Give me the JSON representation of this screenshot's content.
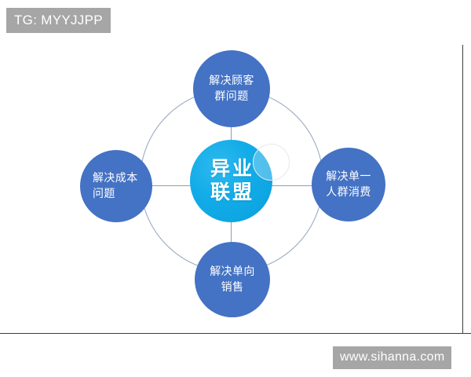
{
  "watermarks": {
    "top_left": "TG: MYYJJPP",
    "bottom_right": "www.sihanna.com"
  },
  "diagram": {
    "type": "radial-hub-and-spoke",
    "center": {
      "id": "center-hub",
      "lines": [
        "异业",
        "联盟"
      ],
      "text": "异业联盟",
      "color": "#12ace8"
    },
    "nodes": [
      {
        "id": "node-top",
        "position": "top",
        "lines": [
          "解决顾客",
          "群问题"
        ],
        "text": "解决顾客群问题",
        "color": "#4472c4"
      },
      {
        "id": "node-right",
        "position": "right",
        "lines": [
          "解决单一",
          "人群消费"
        ],
        "text": "解决单一人群消费",
        "color": "#4472c4"
      },
      {
        "id": "node-bottom",
        "position": "bottom",
        "lines": [
          "解决单向",
          "销售"
        ],
        "text": "解决单向销售",
        "color": "#4472c4"
      },
      {
        "id": "node-left",
        "position": "left",
        "lines": [
          "解决成本",
          "问题"
        ],
        "text": "解决成本问题",
        "color": "#4472c4"
      }
    ],
    "ring_color": "#93a4bd",
    "spoke_color": "#8e9cb2"
  },
  "colors": {
    "hub": "#12ace8",
    "node": "#4472c4",
    "ring": "#93a4bd",
    "watermark_bg": "#a6a6a6",
    "rule": "#3c3c3c",
    "background": "#ffffff"
  }
}
